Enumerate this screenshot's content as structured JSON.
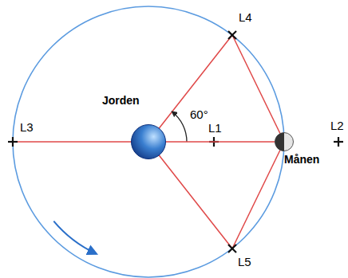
{
  "diagram": {
    "nodes": [
      {
        "text": [
          "Jorden"
        ]
      },
      {
        "text": [
          "Månen"
        ]
      }
    ],
    "edges": [
      {
        "from": 0,
        "to": 1,
        "arrow": "none"
      }
    ],
    "labels": [
      "L4",
      "L3",
      "60°",
      "L1",
      "L2",
      "L5"
    ]
  }
}
